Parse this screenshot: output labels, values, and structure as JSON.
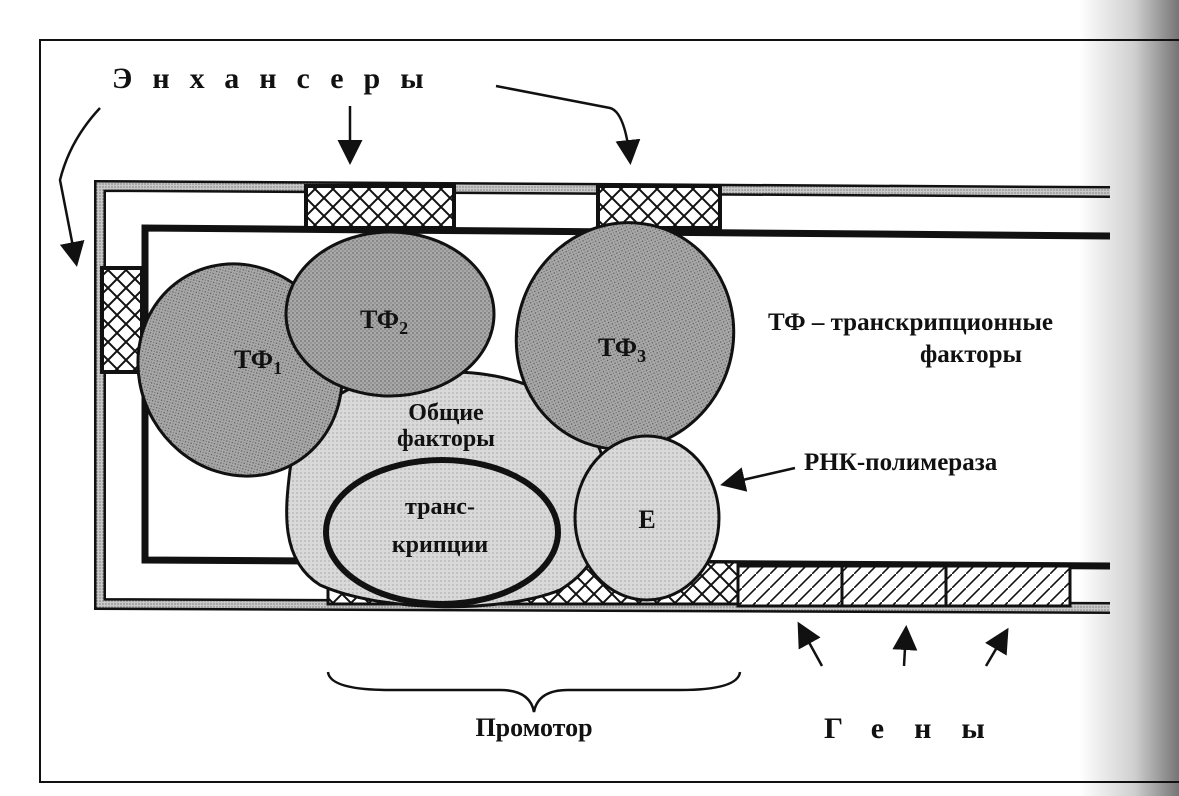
{
  "labels": {
    "enhancers": "Энхансеры",
    "promoter": "Промотор",
    "genes": "Гены",
    "tf_legend_line1": "ТФ – транскрипционные",
    "tf_legend_line2": "факторы",
    "rna_polymerase": "РНК-полимераза",
    "general_factors_line1": "Общие",
    "general_factors_line2": "факторы",
    "transcription_line1": "транс-",
    "transcription_line2": "крипции",
    "tf1": "ТФ",
    "tf1_sub": "1",
    "tf2": "ТФ",
    "tf2_sub": "2",
    "tf3": "ТФ",
    "tf3_sub": "3",
    "enzyme": "Е"
  },
  "colors": {
    "tf_fill": "#a9a9a9",
    "general_fill": "#d6d6d6",
    "polymerase_fill": "#dedede",
    "ink": "#111111"
  }
}
